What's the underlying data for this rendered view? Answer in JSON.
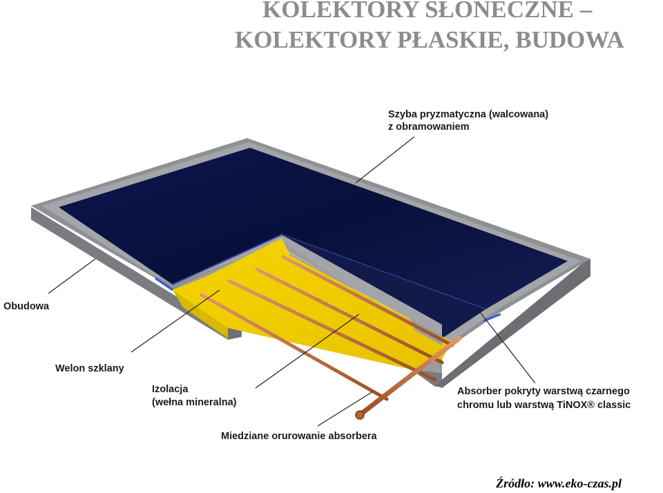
{
  "title": {
    "line1": "KOLEKTORY SŁONECZNE –",
    "line2": "KOLEKTORY PŁASKIE, BUDOWA"
  },
  "labels": {
    "glass_line1": "Szyba pryzmatyczna (walcowana)",
    "glass_line2": "z  obramowaniem",
    "housing": "Obudowa",
    "glass_fleece": "Welon szklany",
    "insulation_line1": "Izolacja",
    "insulation_line2": "(wełna mineralna)",
    "copper_piping": "Miedziane orurowanie absorbera",
    "absorber_line1": "Absorber pokryty warstwą czarnego",
    "absorber_line2": "chromu lub warstwą TiNOX® classic"
  },
  "source": "Źródło: www.eko-czas.pl",
  "colors": {
    "title": "#8c8c8c",
    "frame": "#8e9093",
    "glass": "#0b1240",
    "insulation": "#f2d000",
    "copper": "#c0703a",
    "leader": "#2a2a2a"
  }
}
